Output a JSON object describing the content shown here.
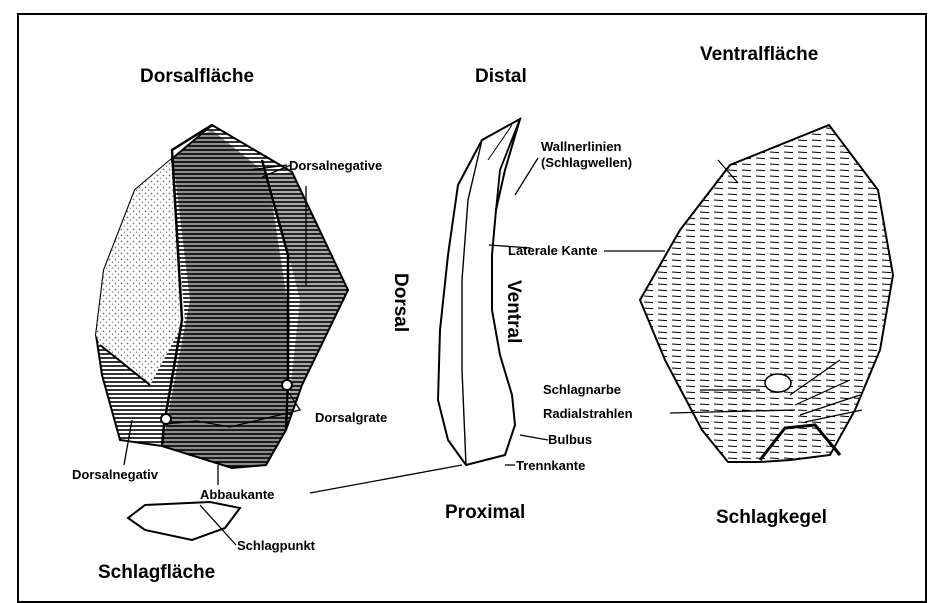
{
  "headings": {
    "dorsal_face": "Dorsalfläche",
    "distal": "Distal",
    "ventral_face": "Ventralfläche",
    "proximal": "Proximal",
    "bulb_cone": "Schlagkegel",
    "striking_platform": "Schlagfläche"
  },
  "side_labels": {
    "dorsal": "Dorsal",
    "ventral": "Ventral"
  },
  "annotations": {
    "dorsal_negatives": "Dorsalnegative",
    "dorsal_ridges": "Dorsalgrate",
    "dorsal_negative": "Dorsalnegativ",
    "platform_edge": "Abbaukante",
    "impact_point": "Schlagpunkt",
    "wallner_lines": "Wallnerlinien",
    "wallner_lines_sub": "(Schlagwellen)",
    "lateral_edge": "Laterale Kante",
    "impact_scar": "Schlagnarbe",
    "radial_rays": "Radialstrahlen",
    "bulb": "Bulbus",
    "separation_edge": "Trennkante"
  },
  "colors": {
    "ink": "#000000",
    "background": "#ffffff"
  }
}
